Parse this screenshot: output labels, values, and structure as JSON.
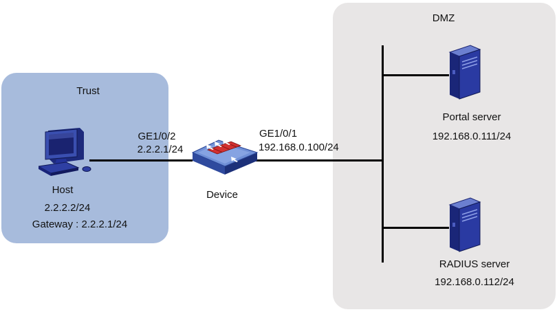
{
  "zones": {
    "trust": {
      "label": "Trust",
      "color": "#a7bbdc"
    },
    "dmz": {
      "label": "DMZ",
      "color": "#e8e6e6"
    }
  },
  "host": {
    "name": "Host",
    "ip": "2.2.2.2/24",
    "gateway": "Gateway : 2.2.2.1/24",
    "icon": "desktop-computer-icon"
  },
  "device": {
    "name": "Device",
    "icon": "firewall-icon",
    "port_trust": {
      "name": "GE1/0/2",
      "ip": "2.2.2.1/24"
    },
    "port_dmz": {
      "name": "GE1/0/1",
      "ip": "192.168.0.100/24"
    }
  },
  "portal_server": {
    "name": "Portal server",
    "ip": "192.168.0.111/24",
    "icon": "server-icon"
  },
  "radius_server": {
    "name": "RADIUS server",
    "ip": "192.168.0.112/24",
    "icon": "server-icon"
  }
}
